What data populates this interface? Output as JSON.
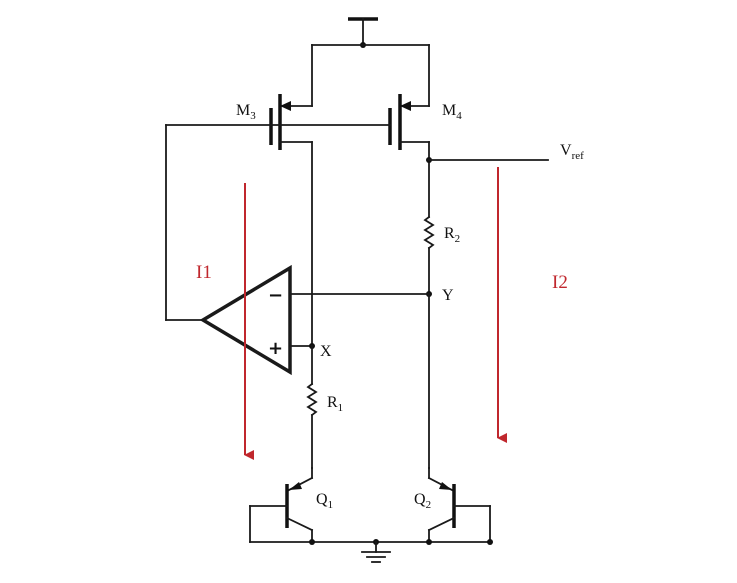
{
  "labels": {
    "m3": "M",
    "m3_sub": "3",
    "m4": "M",
    "m4_sub": "4",
    "vref": "V",
    "vref_sub": "ref",
    "r2": "R",
    "r2_sub": "2",
    "r1": "R",
    "r1_sub": "1",
    "node_y": "Y",
    "node_x": "X",
    "q1": "Q",
    "q1_sub": "1",
    "q2": "Q",
    "q2_sub": "2",
    "i1": "I1",
    "i2": "I2",
    "minus": "−",
    "plus": "+"
  },
  "colors": {
    "current_arrow": "#c0272d",
    "wire": "#1a1a1a"
  }
}
